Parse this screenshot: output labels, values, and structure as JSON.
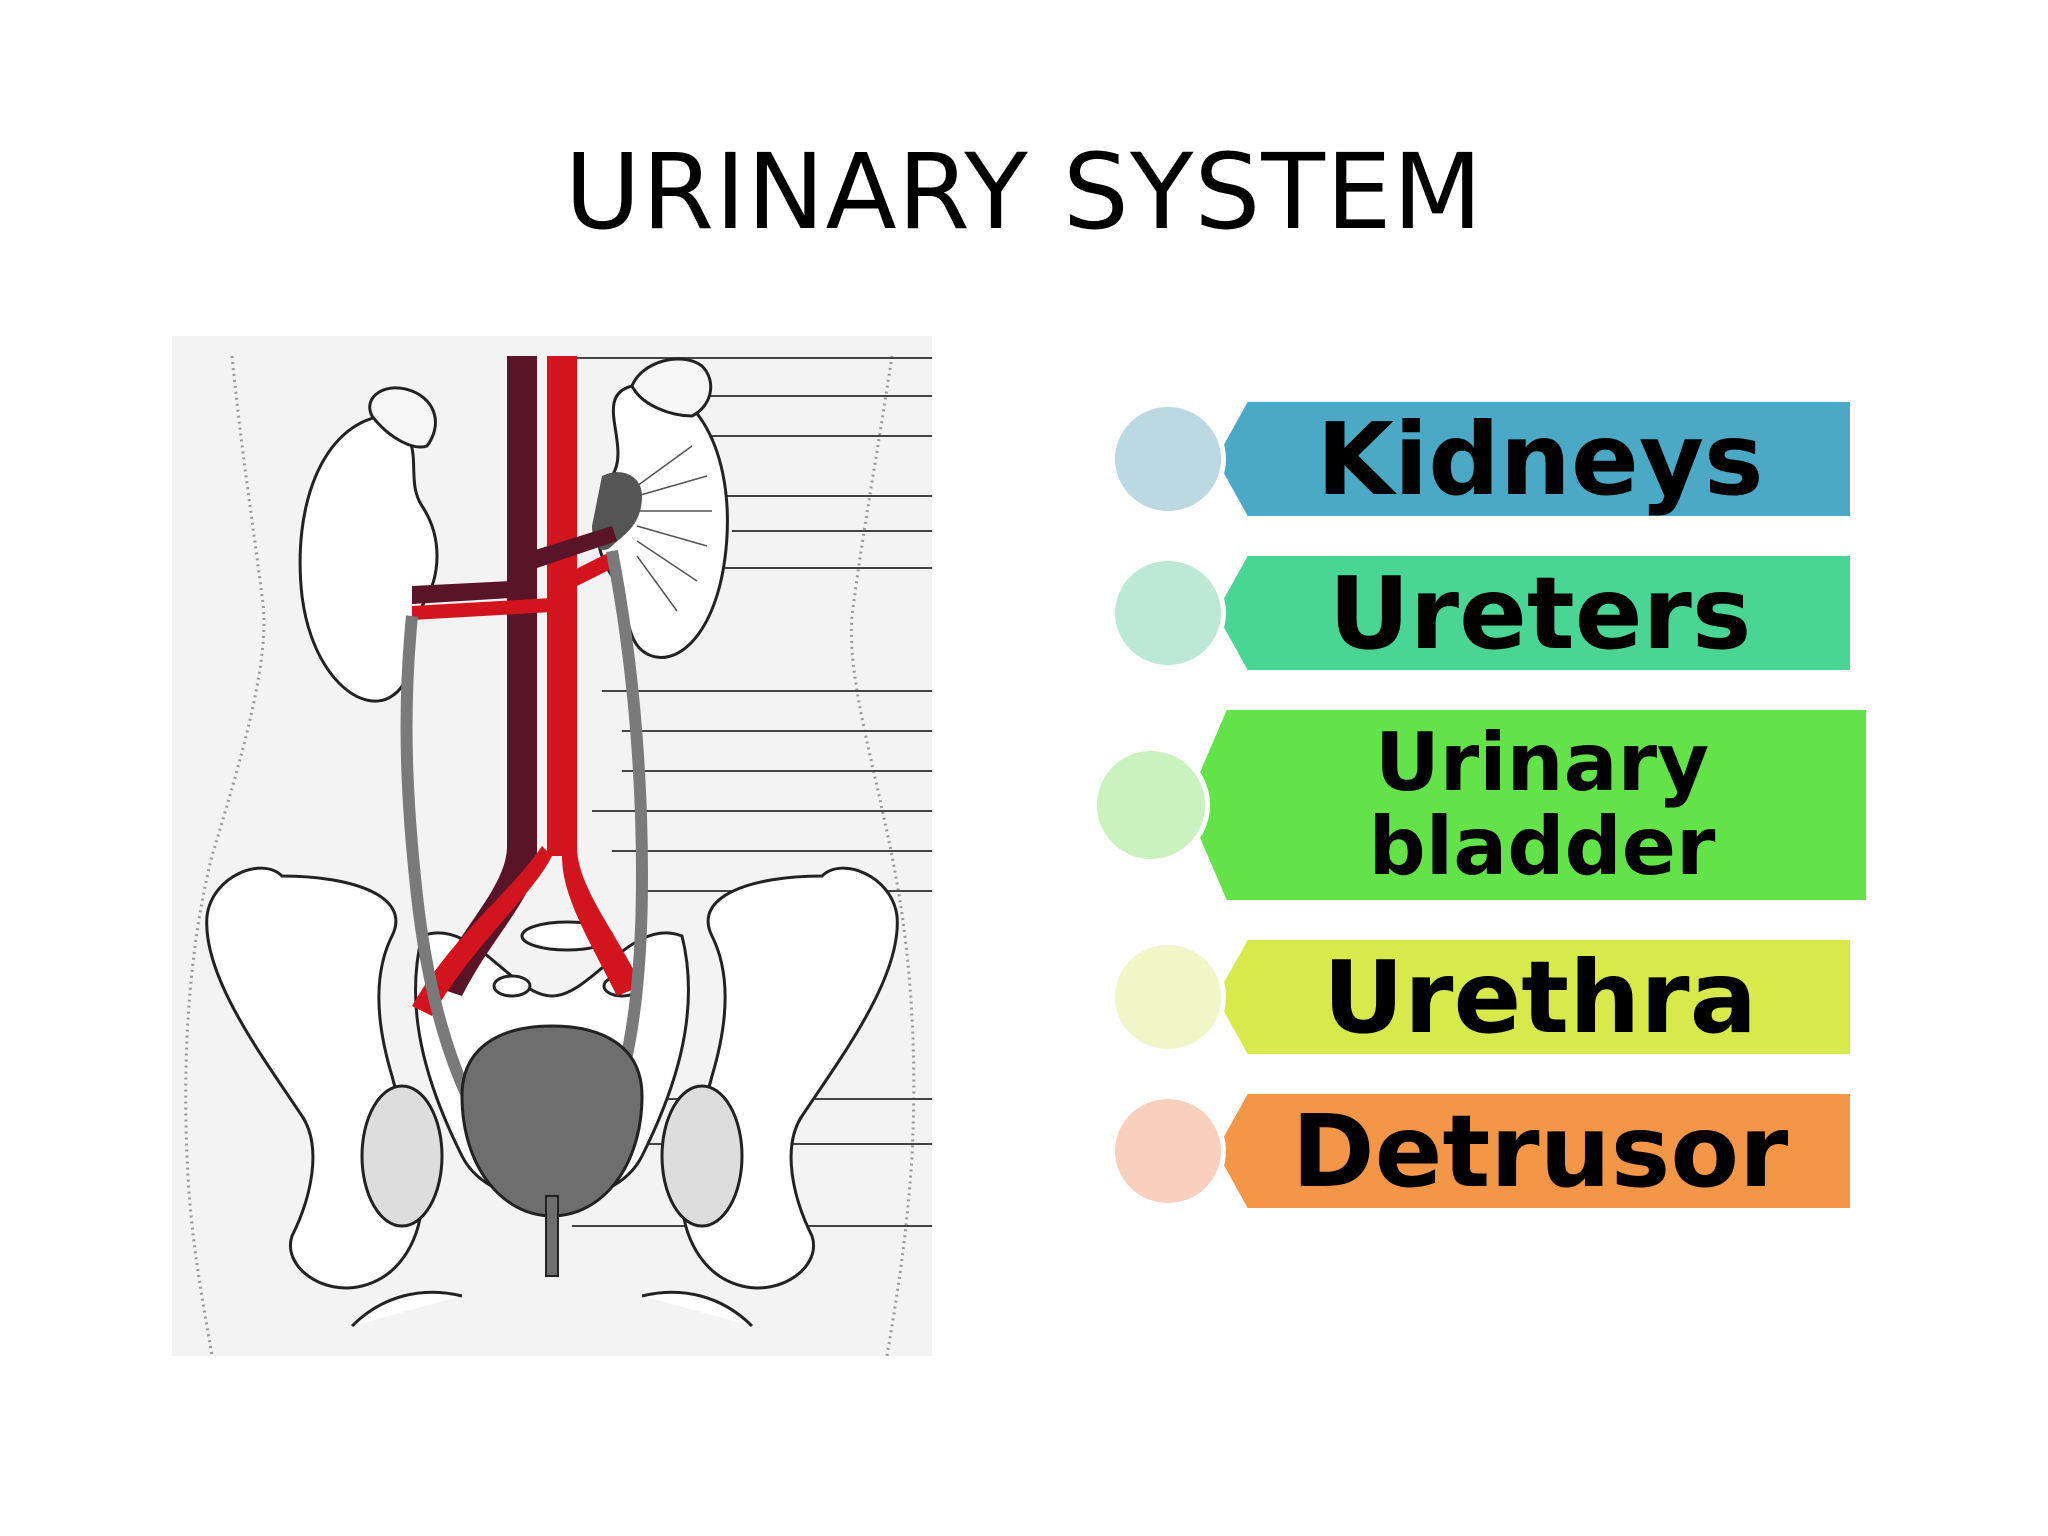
{
  "title": "URINARY SYSTEM",
  "legend": {
    "items": [
      {
        "label": "Kidneys",
        "band_color": "#4ba9c6",
        "circle_color": "#bcd8e0"
      },
      {
        "label": "Ureters",
        "band_color": "#4bd595",
        "circle_color": "#bee8d6"
      },
      {
        "label": "Urinary bladder",
        "band_color": "#63e349",
        "circle_color": "#cbf1bf"
      },
      {
        "label": "Urethra",
        "band_color": "#d8e94b",
        "circle_color": "#f1f6c9"
      },
      {
        "label": "Detrusor",
        "band_color": "#f49648",
        "circle_color": "#f9d0bd"
      }
    ]
  },
  "diagram": {
    "artery_color": "#d2141e",
    "vein_color": "#5a1428",
    "ureter_color": "#7a7a7a",
    "bladder_color": "#6e6e6e",
    "outline_color": "#222222"
  }
}
